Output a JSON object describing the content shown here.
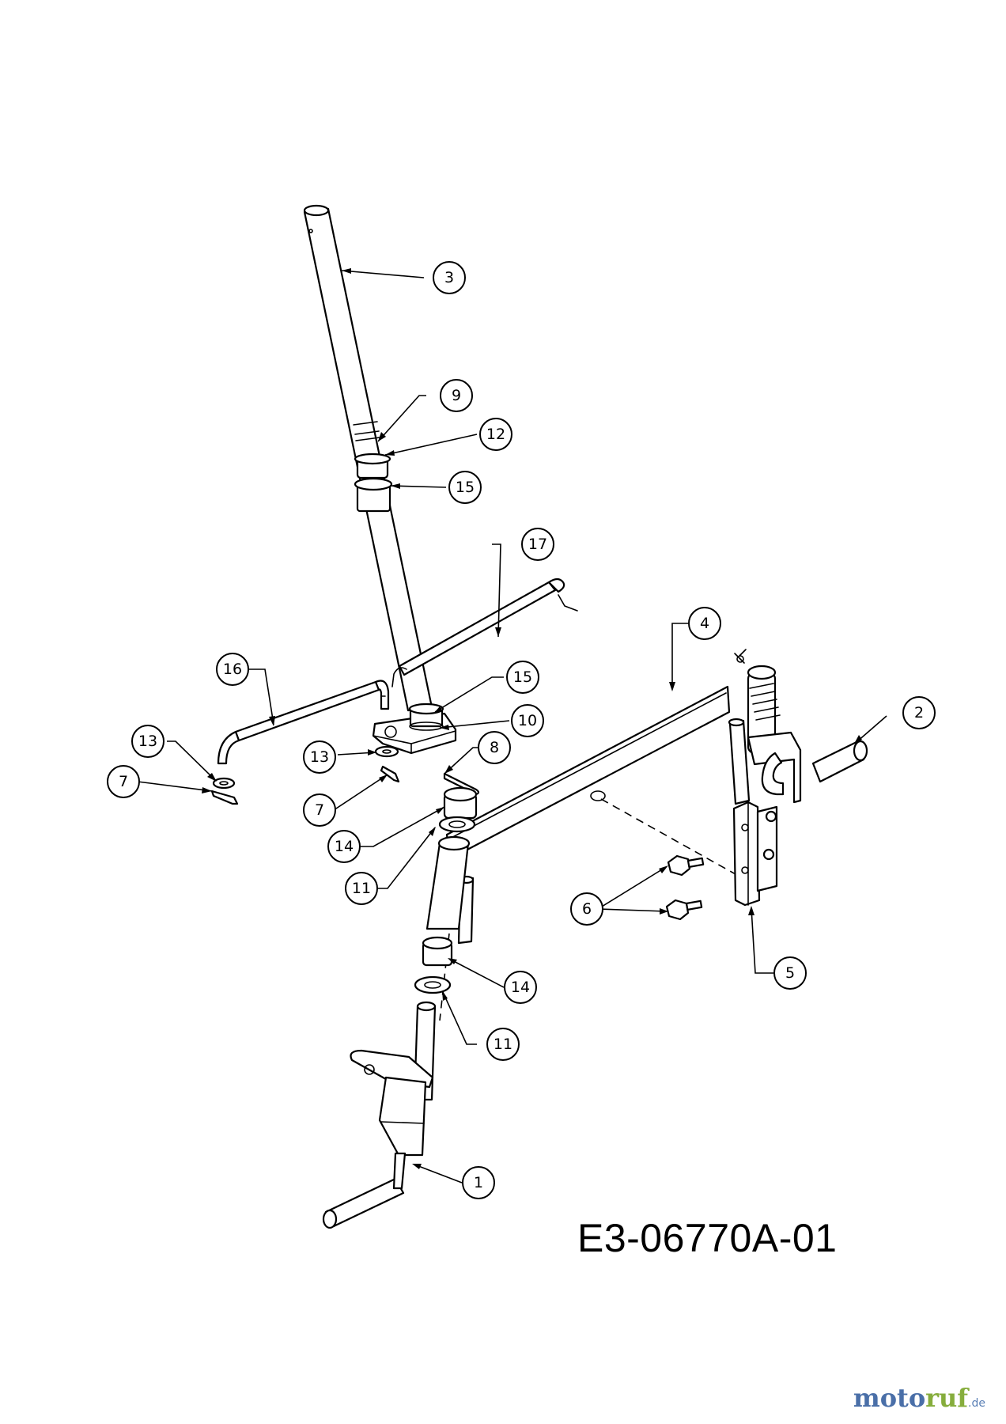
{
  "drawing_number": "E3-06770A-01",
  "watermark": {
    "part1": "moto",
    "part2": "ruf",
    "suffix": ".de"
  },
  "callouts": [
    {
      "id": "c3",
      "label": "3"
    },
    {
      "id": "c9",
      "label": "9"
    },
    {
      "id": "c12",
      "label": "12"
    },
    {
      "id": "c15a",
      "label": "15"
    },
    {
      "id": "c17",
      "label": "17"
    },
    {
      "id": "c4",
      "label": "4"
    },
    {
      "id": "c16",
      "label": "16"
    },
    {
      "id": "c15b",
      "label": "15"
    },
    {
      "id": "c2",
      "label": "2"
    },
    {
      "id": "c10",
      "label": "10"
    },
    {
      "id": "c13a",
      "label": "13"
    },
    {
      "id": "c13b",
      "label": "13"
    },
    {
      "id": "c8",
      "label": "8"
    },
    {
      "id": "c7a",
      "label": "7"
    },
    {
      "id": "c7b",
      "label": "7"
    },
    {
      "id": "c14a",
      "label": "14"
    },
    {
      "id": "c11a",
      "label": "11"
    },
    {
      "id": "c6",
      "label": "6"
    },
    {
      "id": "c5",
      "label": "5"
    },
    {
      "id": "c14b",
      "label": "14"
    },
    {
      "id": "c11b",
      "label": "11"
    },
    {
      "id": "c1",
      "label": "1"
    }
  ]
}
